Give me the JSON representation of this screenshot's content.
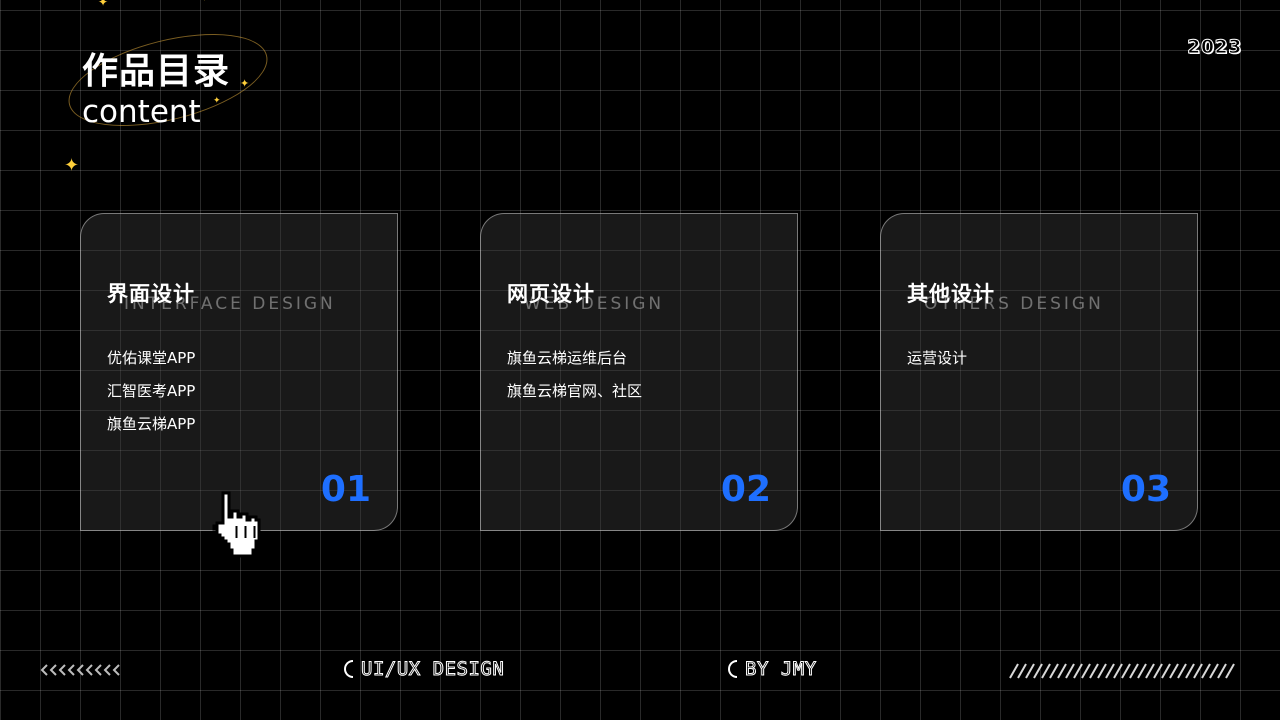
{
  "header": {
    "title": "作品目录",
    "subtitle": "content",
    "year": "2023"
  },
  "cards": [
    {
      "title": "界面设计",
      "title_en": "INTERFACE DESIGN",
      "items": [
        "优佑课堂APP",
        "汇智医考APP",
        "旗鱼云梯APP"
      ],
      "number": "01"
    },
    {
      "title": "网页设计",
      "title_en": "WEB DESIGN",
      "items": [
        "旗鱼云梯运维后台",
        "旗鱼云梯官网、社区"
      ],
      "number": "02"
    },
    {
      "title": "其他设计",
      "title_en": "OTHERS DESIGN",
      "items": [
        "运营设计"
      ],
      "number": "03"
    }
  ],
  "footer": {
    "center_left": "UI/UX DESIGN",
    "center_right": "BY JMY"
  },
  "colors": {
    "accent_blue": "#1e6fff",
    "star_gold": "#ffcf3a",
    "background": "#000000"
  },
  "icons": {
    "cursor": "pointer-hand-icon",
    "star": "sparkle-star-icon",
    "moon": "crescent-moon-icon"
  }
}
